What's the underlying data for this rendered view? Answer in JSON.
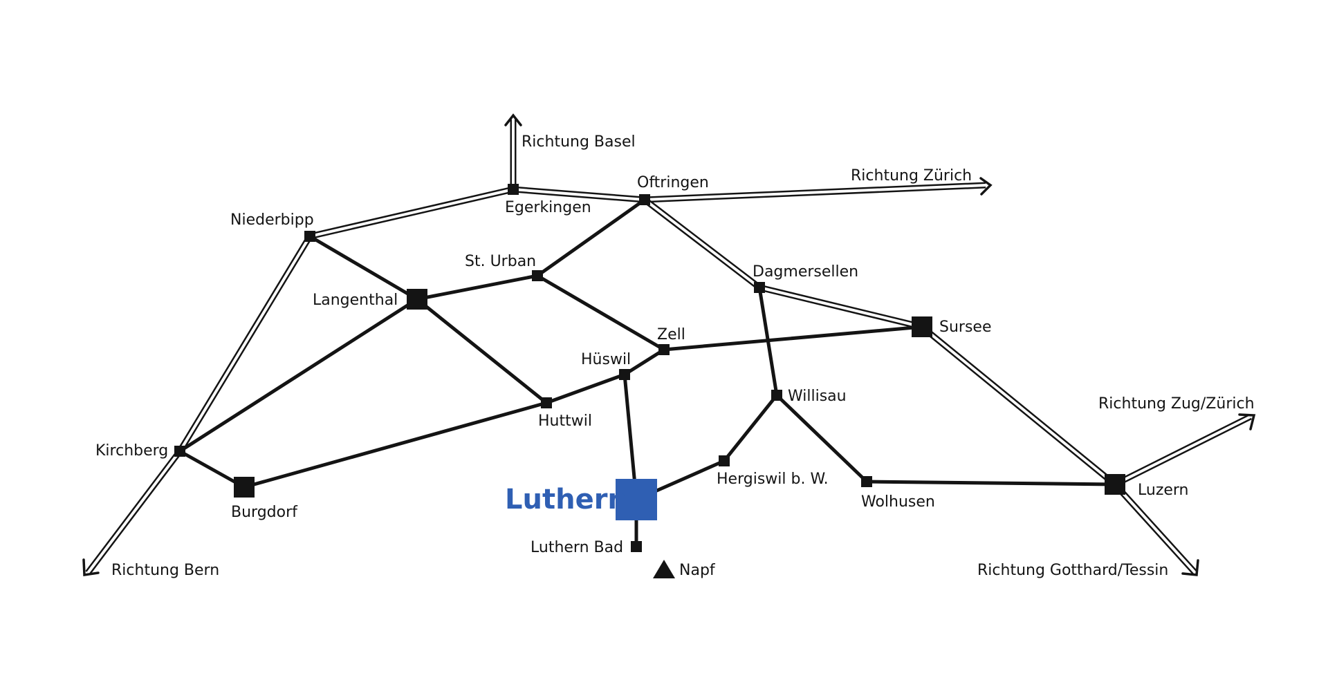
{
  "map": {
    "highlight_color": "#2f5fb3",
    "line_color": "#141414",
    "places": {
      "niederbipp": "Niederbipp",
      "egerkingen": "Egerkingen",
      "oftringen": "Oftringen",
      "st_urban": "St. Urban",
      "langenthal": "Langenthal",
      "dagmersellen": "Dagmersellen",
      "sursee": "Sursee",
      "zell": "Zell",
      "hueswil": "Hüswil",
      "huttwil": "Huttwil",
      "willisau": "Willisau",
      "kirchberg": "Kirchberg",
      "burgdorf": "Burgdorf",
      "luthern": "Luthern",
      "hergiswil": "Hergiswil b. W.",
      "wolhusen": "Wolhusen",
      "luzern": "Luzern",
      "luthern_bad": "Luthern Bad"
    },
    "peak": {
      "name": "Napf",
      "icon": "mountain-peak-icon"
    },
    "directions": {
      "basel": "Richtung Basel",
      "zuerich": "Richtung Zürich",
      "zug_zuerich": "Richtung Zug/Zürich",
      "bern": "Richtung Bern",
      "gotthard": "Richtung Gotthard/Tessin"
    }
  }
}
